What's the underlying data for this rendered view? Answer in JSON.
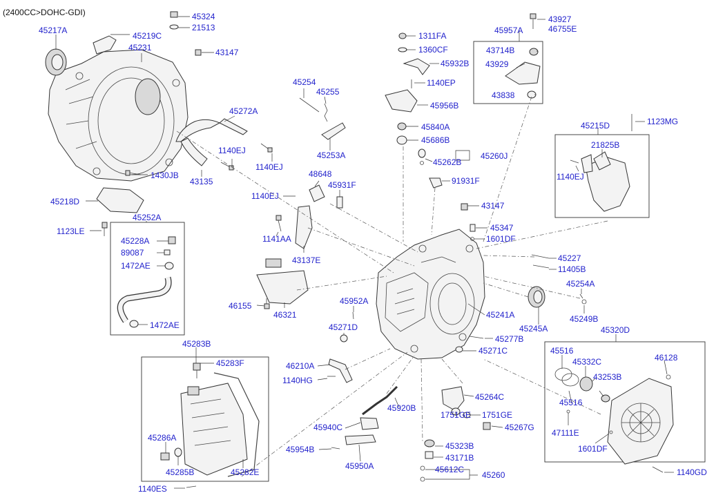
{
  "header": {
    "engine_label": "(2400CC>DOHC-GDI)"
  },
  "labels": {
    "p45324": "45324",
    "p21513": "21513",
    "p45217A": "45217A",
    "p45219C": "45219C",
    "p45231": "45231",
    "p43147a": "43147",
    "p45272A": "45272A",
    "p1140EJa": "1140EJ",
    "p1140EJb": "1140EJ",
    "p1430JB": "1430JB",
    "p43135": "43135",
    "p45218D": "45218D",
    "p45252A": "45252A",
    "p1123LE": "1123LE",
    "p45228A": "45228A",
    "p89087": "89087",
    "p1472AEa": "1472AE",
    "p1472AEb": "1472AE",
    "p45254": "45254",
    "p45255": "45255",
    "p45253A": "45253A",
    "p48648": "48648",
    "p1140EJc": "1140EJ",
    "p45931F": "45931F",
    "p1141AA": "1141AA",
    "p43137E": "43137E",
    "p46155": "46155",
    "p46321": "46321",
    "p45952A": "45952A",
    "p45271D": "45271D",
    "p46210A": "46210A",
    "p1140HG": "1140HG",
    "p45283B": "45283B",
    "p45283F": "45283F",
    "p45286A": "45286A",
    "p45285B": "45285B",
    "p45282E": "45282E",
    "p1140ES": "1140ES",
    "p1311FA": "1311FA",
    "p1360CF": "1360CF",
    "p45932B": "45932B",
    "p1140EP": "1140EP",
    "p45956B": "45956B",
    "p45840A": "45840A",
    "p45686B": "45686B",
    "p45262B": "45262B",
    "p45260J": "45260J",
    "p91931F": "91931F",
    "p43147b": "43147",
    "p45347": "45347",
    "p1601DFa": "1601DF",
    "p45227": "45227",
    "p11405B": "11405B",
    "p45254A": "45254A",
    "p45249B": "45249B",
    "p45241A": "45241A",
    "p45245A": "45245A",
    "p45277B": "45277B",
    "p45271C": "45271C",
    "p45264C": "45264C",
    "p45920B": "45920B",
    "p1751GEa": "1751GE",
    "p1751GEb": "1751GE",
    "p45267G": "45267G",
    "p45940C": "45940C",
    "p45954B": "45954B",
    "p45950A": "45950A",
    "p45323B": "45323B",
    "p43171B": "43171B",
    "p45612C": "45612C",
    "p45260": "45260",
    "p43927": "43927",
    "p46755E": "46755E",
    "p45957A": "45957A",
    "p43714B": "43714B",
    "p43929": "43929",
    "p43838": "43838",
    "p1123MG": "1123MG",
    "p45215D": "45215D",
    "p21825B": "21825B",
    "p1140EJd": "1140EJ",
    "p45320D": "45320D",
    "p45516a": "45516",
    "p45332C": "45332C",
    "p46128": "46128",
    "p43253B": "43253B",
    "p45516b": "45516",
    "p47111E": "47111E",
    "p1601DFb": "1601DF",
    "p1140GD": "1140GD"
  }
}
